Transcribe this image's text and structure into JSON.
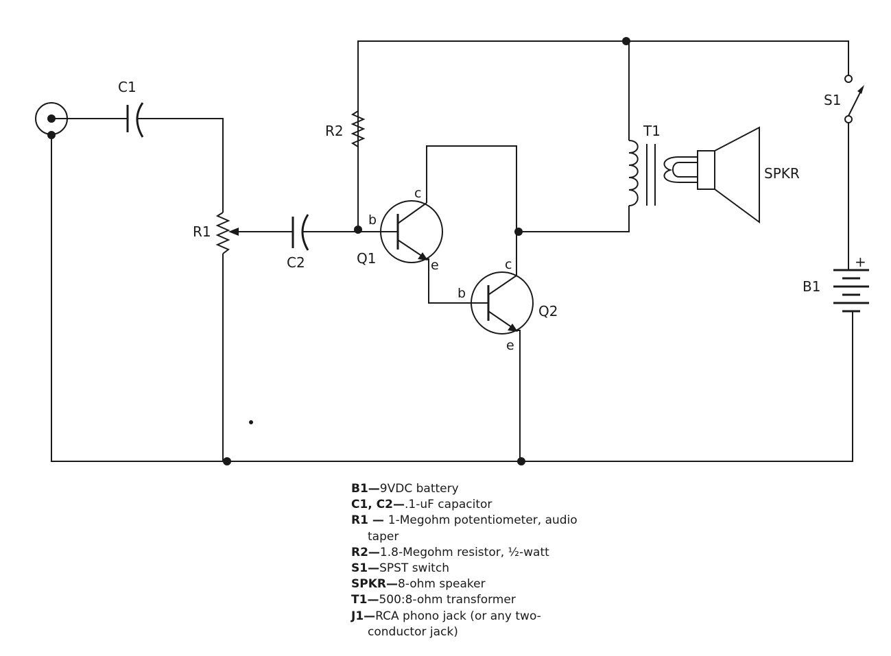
{
  "schematic": {
    "labels": {
      "c1": "C1",
      "c2": "C2",
      "r1": "R1",
      "r2": "R2",
      "q1": "Q1",
      "q2": "Q2",
      "t1": "T1",
      "s1": "S1",
      "b1": "B1",
      "spkr": "SPKR",
      "b1_plus": "+",
      "q1_b": "b",
      "q1_c": "c",
      "q1_e": "e",
      "q2_b": "b",
      "q2_c": "c",
      "q2_e": "e"
    }
  },
  "parts_list": [
    {
      "ref": "B1",
      "sep": "—",
      "text": "9VDC battery"
    },
    {
      "ref": "C1, C2",
      "sep": "—",
      "text": ".1-uF capacitor"
    },
    {
      "ref": "R1",
      "sep": " — ",
      "text": "1-Megohm potentiometer, audio taper"
    },
    {
      "ref": "R2",
      "sep": "—",
      "text": "1.8-Megohm resistor, ½-watt"
    },
    {
      "ref": "S1",
      "sep": "—",
      "text": "SPST switch"
    },
    {
      "ref": "SPKR",
      "sep": "—",
      "text": "8-ohm speaker"
    },
    {
      "ref": "T1",
      "sep": "—",
      "text": "500:8-ohm transformer"
    },
    {
      "ref": "J1",
      "sep": "—",
      "text": "RCA phono jack (or any two-conductor jack)"
    }
  ]
}
